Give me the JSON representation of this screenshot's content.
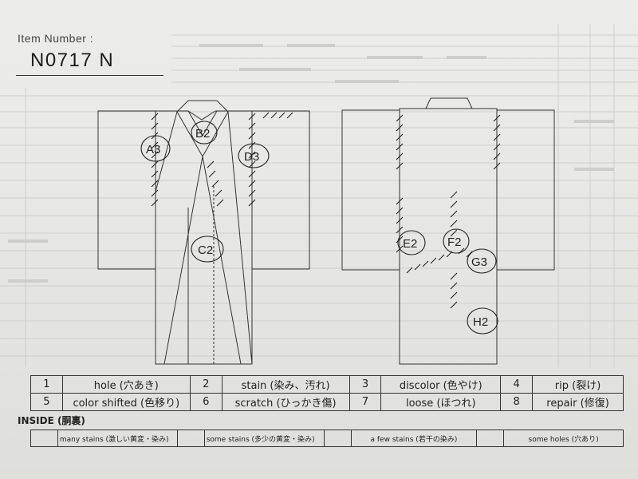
{
  "header": {
    "item_label": "Item Number :",
    "item_number": "N0717   N"
  },
  "diagram": {
    "front_marks": [
      {
        "id": "a3",
        "label": "A3"
      },
      {
        "id": "b2",
        "label": "B2"
      },
      {
        "id": "d3",
        "label": "D3"
      },
      {
        "id": "c2",
        "label": "C2"
      }
    ],
    "back_marks": [
      {
        "id": "e2",
        "label": "E2"
      },
      {
        "id": "f2",
        "label": "F2"
      },
      {
        "id": "g3",
        "label": "G3"
      },
      {
        "id": "h2",
        "label": "H2"
      }
    ]
  },
  "legend": {
    "rows": [
      [
        {
          "num": "1",
          "text": "hole (穴あき)"
        },
        {
          "num": "2",
          "text": "stain (染み、汚れ)"
        },
        {
          "num": "3",
          "text": "discolor (色やけ)"
        },
        {
          "num": "4",
          "text": "rip (裂け)"
        }
      ],
      [
        {
          "num": "5",
          "text": "color shifted (色移り)"
        },
        {
          "num": "6",
          "text": "scratch (ひっかき傷)"
        },
        {
          "num": "7",
          "text": "loose (ほつれ)"
        },
        {
          "num": "8",
          "text": "repair (修復)"
        }
      ]
    ]
  },
  "inside": {
    "label": "INSIDE (胴裏)",
    "cells": [
      {
        "id": "A",
        "text": "many stains (激しい黄変・染み)"
      },
      {
        "id": "B",
        "text": "some stains (多少の黄変・染み)"
      },
      {
        "id": "C",
        "text": "a few stains (若干の染み)"
      },
      {
        "id": "D",
        "text": "some holes (穴あり)"
      }
    ]
  }
}
